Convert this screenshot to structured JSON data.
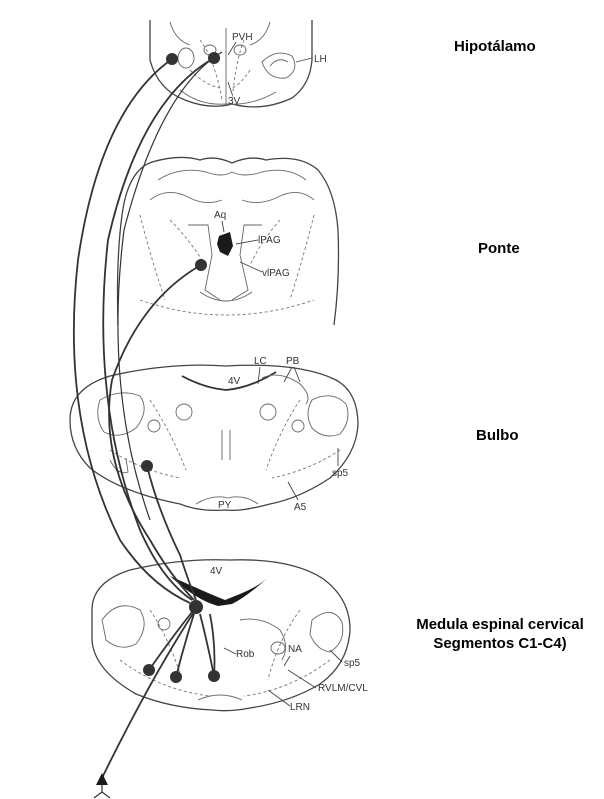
{
  "titles": {
    "hypothalamus": "Hipotálamo",
    "pons": "Ponte",
    "bulb": "Bulbo",
    "spinal_line1": "Medula  espinal cervical",
    "spinal_line2": "Segmentos C1-C4)"
  },
  "labels": {
    "pvh": "PVH",
    "lh": "LH",
    "third_ventricle": "3V",
    "aq": "Aq",
    "lpag": "lPAG",
    "vlpag": "vlPAG",
    "lc": "LC",
    "pb": "PB",
    "fourth_ventricle_bulb": "4V",
    "sp5_bulb": "sp5",
    "a5": "A5",
    "py": "PY",
    "fourth_ventricle_spinal": "4V",
    "rob": "Rob",
    "na": "NA",
    "sp5_spinal": "sp5",
    "rvlm_cvl": "RVLM/CVL",
    "lrn": "LRN"
  }
}
